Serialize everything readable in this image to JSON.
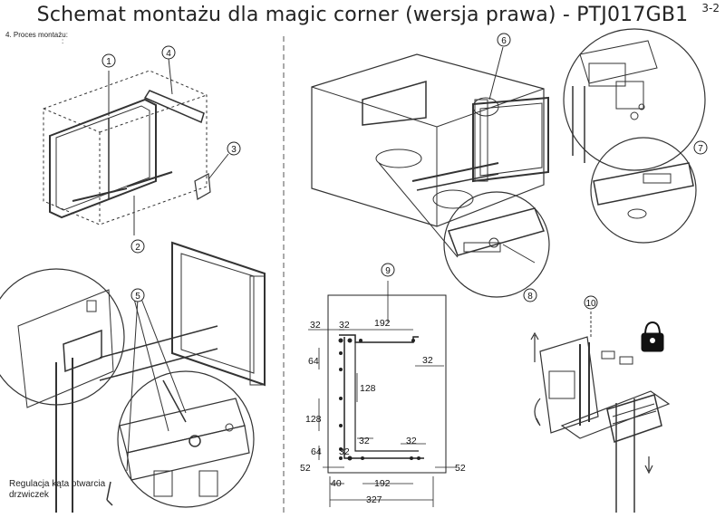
{
  "title": "Schemat montażu dla magic corner (wersja prawa) - PTJ017GB1",
  "page_number": "3-2",
  "section_label": "4. Proces montażu:",
  "section_label_colon": ":",
  "caption": "Regulacja kąta otwarcia drzwiczek",
  "callouts": [
    "1",
    "2",
    "3",
    "4",
    "5",
    "6",
    "7",
    "8",
    "9",
    "10"
  ],
  "dimensions": {
    "top_left": "32",
    "top_mid": "32",
    "top_width": "192",
    "right_upper": "32",
    "left_64_upper": "64",
    "mid_128": "128",
    "left_128": "128",
    "left_64_lower": "64",
    "bottom_32_a": "32",
    "bottom_32_b": "32",
    "bottom_32_c": "32",
    "left_52": "52",
    "right_52": "52",
    "bottom_40": "40",
    "bottom_192": "192",
    "bottom_327": "327"
  }
}
